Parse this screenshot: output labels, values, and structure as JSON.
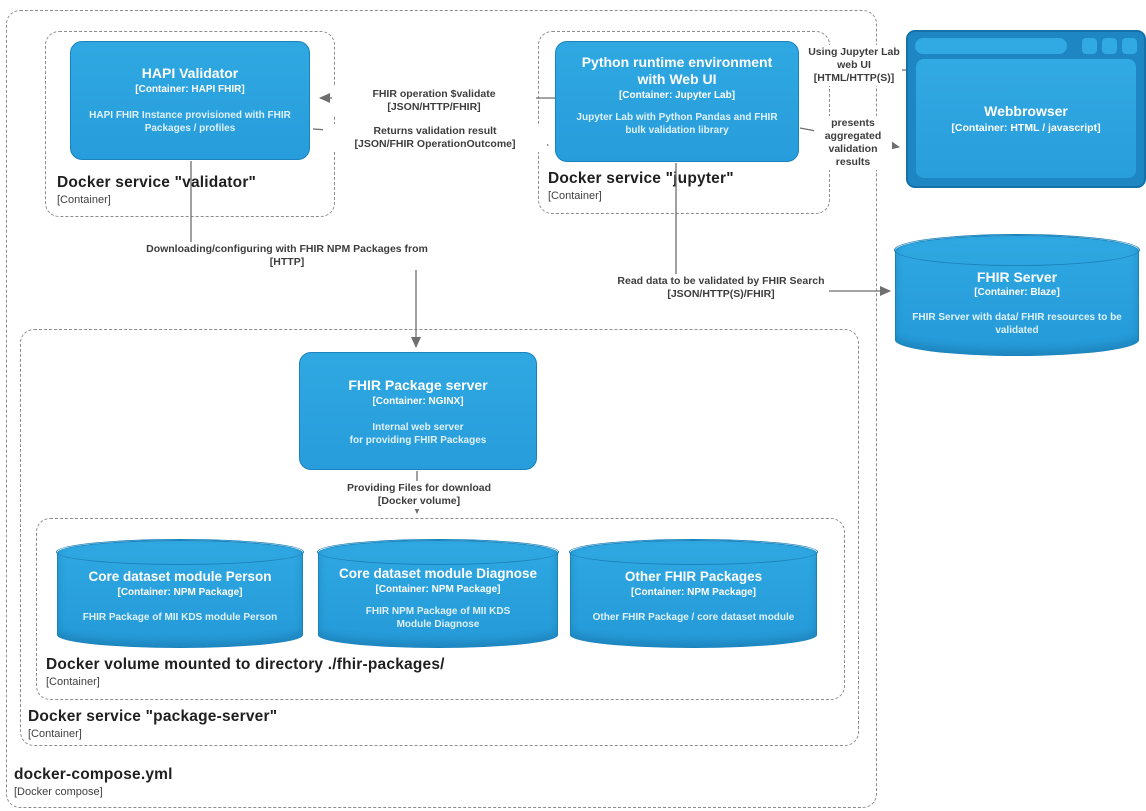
{
  "colors": {
    "node_fill": "#2AA2DE",
    "node_stroke": "#1A82BC",
    "browser_frame": "#1D86C3",
    "edge_line": "#6E6E6E",
    "dashed_border": "#8C8C8C",
    "label_text": "#3D3D3D"
  },
  "nodes": {
    "hapi": {
      "title": "HAPI Validator",
      "subtitle": "[Container: HAPI FHIR]",
      "desc": "HAPI FHIR Instance provisioned with FHIR Packages / profiles"
    },
    "python": {
      "title": "Python runtime environment with Web UI",
      "subtitle": "[Container: Jupyter Lab]",
      "desc": "Jupyter Lab with Python Pandas and FHIR bulk validation library"
    },
    "webbrowser": {
      "title": "Webbrowser",
      "subtitle": "[Container: HTML / javascript]"
    },
    "fhir_server": {
      "title": "FHIR Server",
      "subtitle": "[Container: Blaze]",
      "desc": "FHIR Server with data/ FHIR resources to be validated"
    },
    "package_server": {
      "title": "FHIR Package server",
      "subtitle": "[Container: NGINX]",
      "desc": "Internal web server\nfor providing FHIR Packages"
    },
    "person": {
      "title": "Core dataset module Person",
      "subtitle": "[Container: NPM Package]",
      "desc": "FHIR Package of MII KDS module Person"
    },
    "diagnose": {
      "title": "Core dataset module Diagnose",
      "subtitle": "[Container: NPM Package]",
      "desc": "FHIR NPM Package of MII KDS Module Diagnose"
    },
    "other": {
      "title": "Other FHIR Packages",
      "subtitle": "[Container: NPM Package]",
      "desc": "Other FHIR Package / core dataset module"
    }
  },
  "groups": {
    "validator": {
      "title": "Docker service \"validator\"",
      "subtitle": "[Container]"
    },
    "jupyter": {
      "title": "Docker service \"jupyter\"",
      "subtitle": "[Container]"
    },
    "volume": {
      "title": "Docker volume mounted to directory ./fhir-packages/",
      "subtitle": "[Container]"
    },
    "package_server": {
      "title": "Docker service \"package-server\"",
      "subtitle": "[Container]"
    },
    "compose": {
      "title": "docker-compose.yml",
      "subtitle": "[Docker compose]"
    }
  },
  "edges": {
    "validate": {
      "label": "FHIR operation $validate",
      "protocol": "[JSON/HTTP/FHIR]"
    },
    "returns": {
      "label": "Returns validation result",
      "protocol": "[JSON/FHIR OperationOutcome]"
    },
    "using": {
      "label": "Using Jupyter Lab web UI",
      "protocol": "[HTML/HTTP(S)]"
    },
    "presents": {
      "label": "presents aggregated validation results",
      "protocol": ""
    },
    "download": {
      "label": "Downloading/configuring with FHIR NPM Packages from",
      "protocol": "[HTTP]"
    },
    "read": {
      "label": "Read data to be validated by FHIR Search",
      "protocol": "[JSON/HTTP(S)/FHIR]"
    },
    "providing": {
      "label": "Providing Files for download",
      "protocol": "[Docker volume]"
    }
  }
}
